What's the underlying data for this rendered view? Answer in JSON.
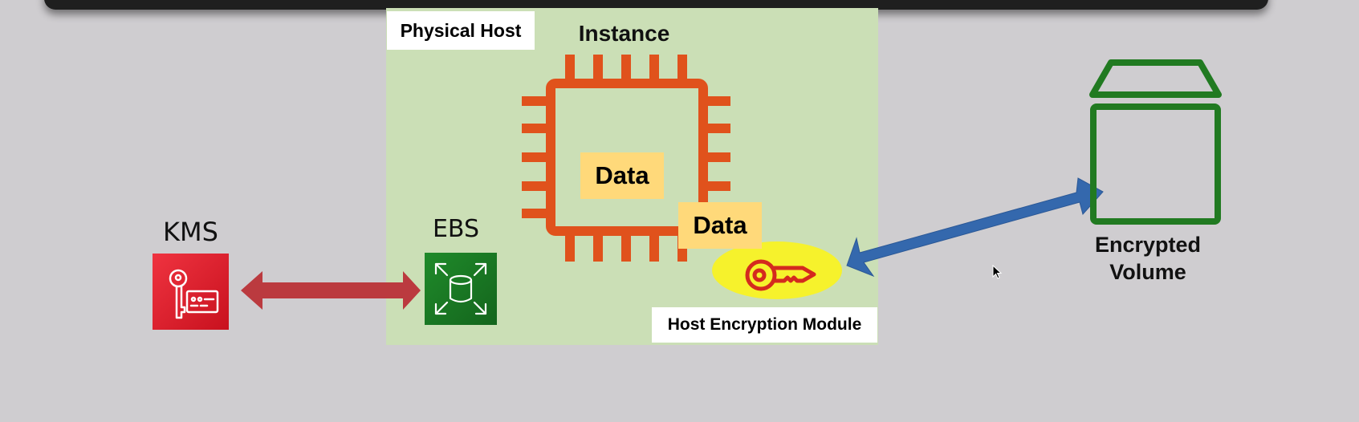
{
  "diagram": {
    "physical_host_label": "Physical Host",
    "instance_label": "Instance",
    "data_label_1": "Data",
    "data_label_2": "Data",
    "host_encryption_module_label": "Host Encryption Module",
    "kms_label": "KMS",
    "ebs_label": "EBS",
    "encrypted_volume_label_line1": "Encrypted",
    "encrypted_volume_label_line2": "Volume"
  },
  "colors": {
    "physical_host_fill": "#cbdfb6",
    "chip_outline": "#e0521c",
    "data_box_fill": "#ffd97a",
    "key_ellipse_fill": "#f6f22c",
    "key_icon": "#d42a1e",
    "kms_arrow": "#bb3a3f",
    "volume_arrow": "#3468ad",
    "volume_outline": "#217a21",
    "kms_icon_fill": "#e01f2d",
    "ebs_icon_fill": "#1a7a25"
  },
  "icons": [
    "kms-key-icon",
    "ebs-volume-icon",
    "cpu-chip-icon",
    "key-icon",
    "volume-box-icon",
    "mouse-cursor-icon"
  ]
}
